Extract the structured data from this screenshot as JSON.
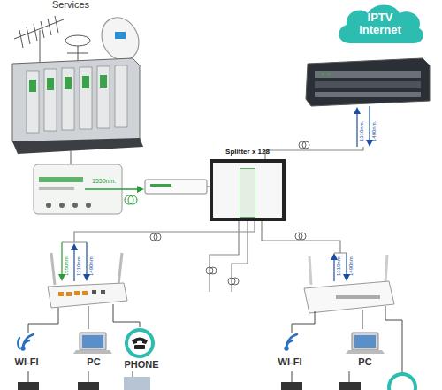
{
  "diagram": {
    "nodes": [
      {
        "text": [
          "Services"
        ]
      },
      {
        "text": [
          "IPTV Internet"
        ]
      },
      {
        "text": [
          "Splitter x 128"
        ]
      }
    ],
    "labels": [
      "1310nm.",
      "1490nm.",
      "1550nm.",
      "1550nm.",
      "1310nm.",
      "1490nm.",
      "1310nm.",
      "1490nm.",
      "WI-FI",
      "PC",
      "PHONE",
      "WI-FI",
      "PC"
    ]
  }
}
